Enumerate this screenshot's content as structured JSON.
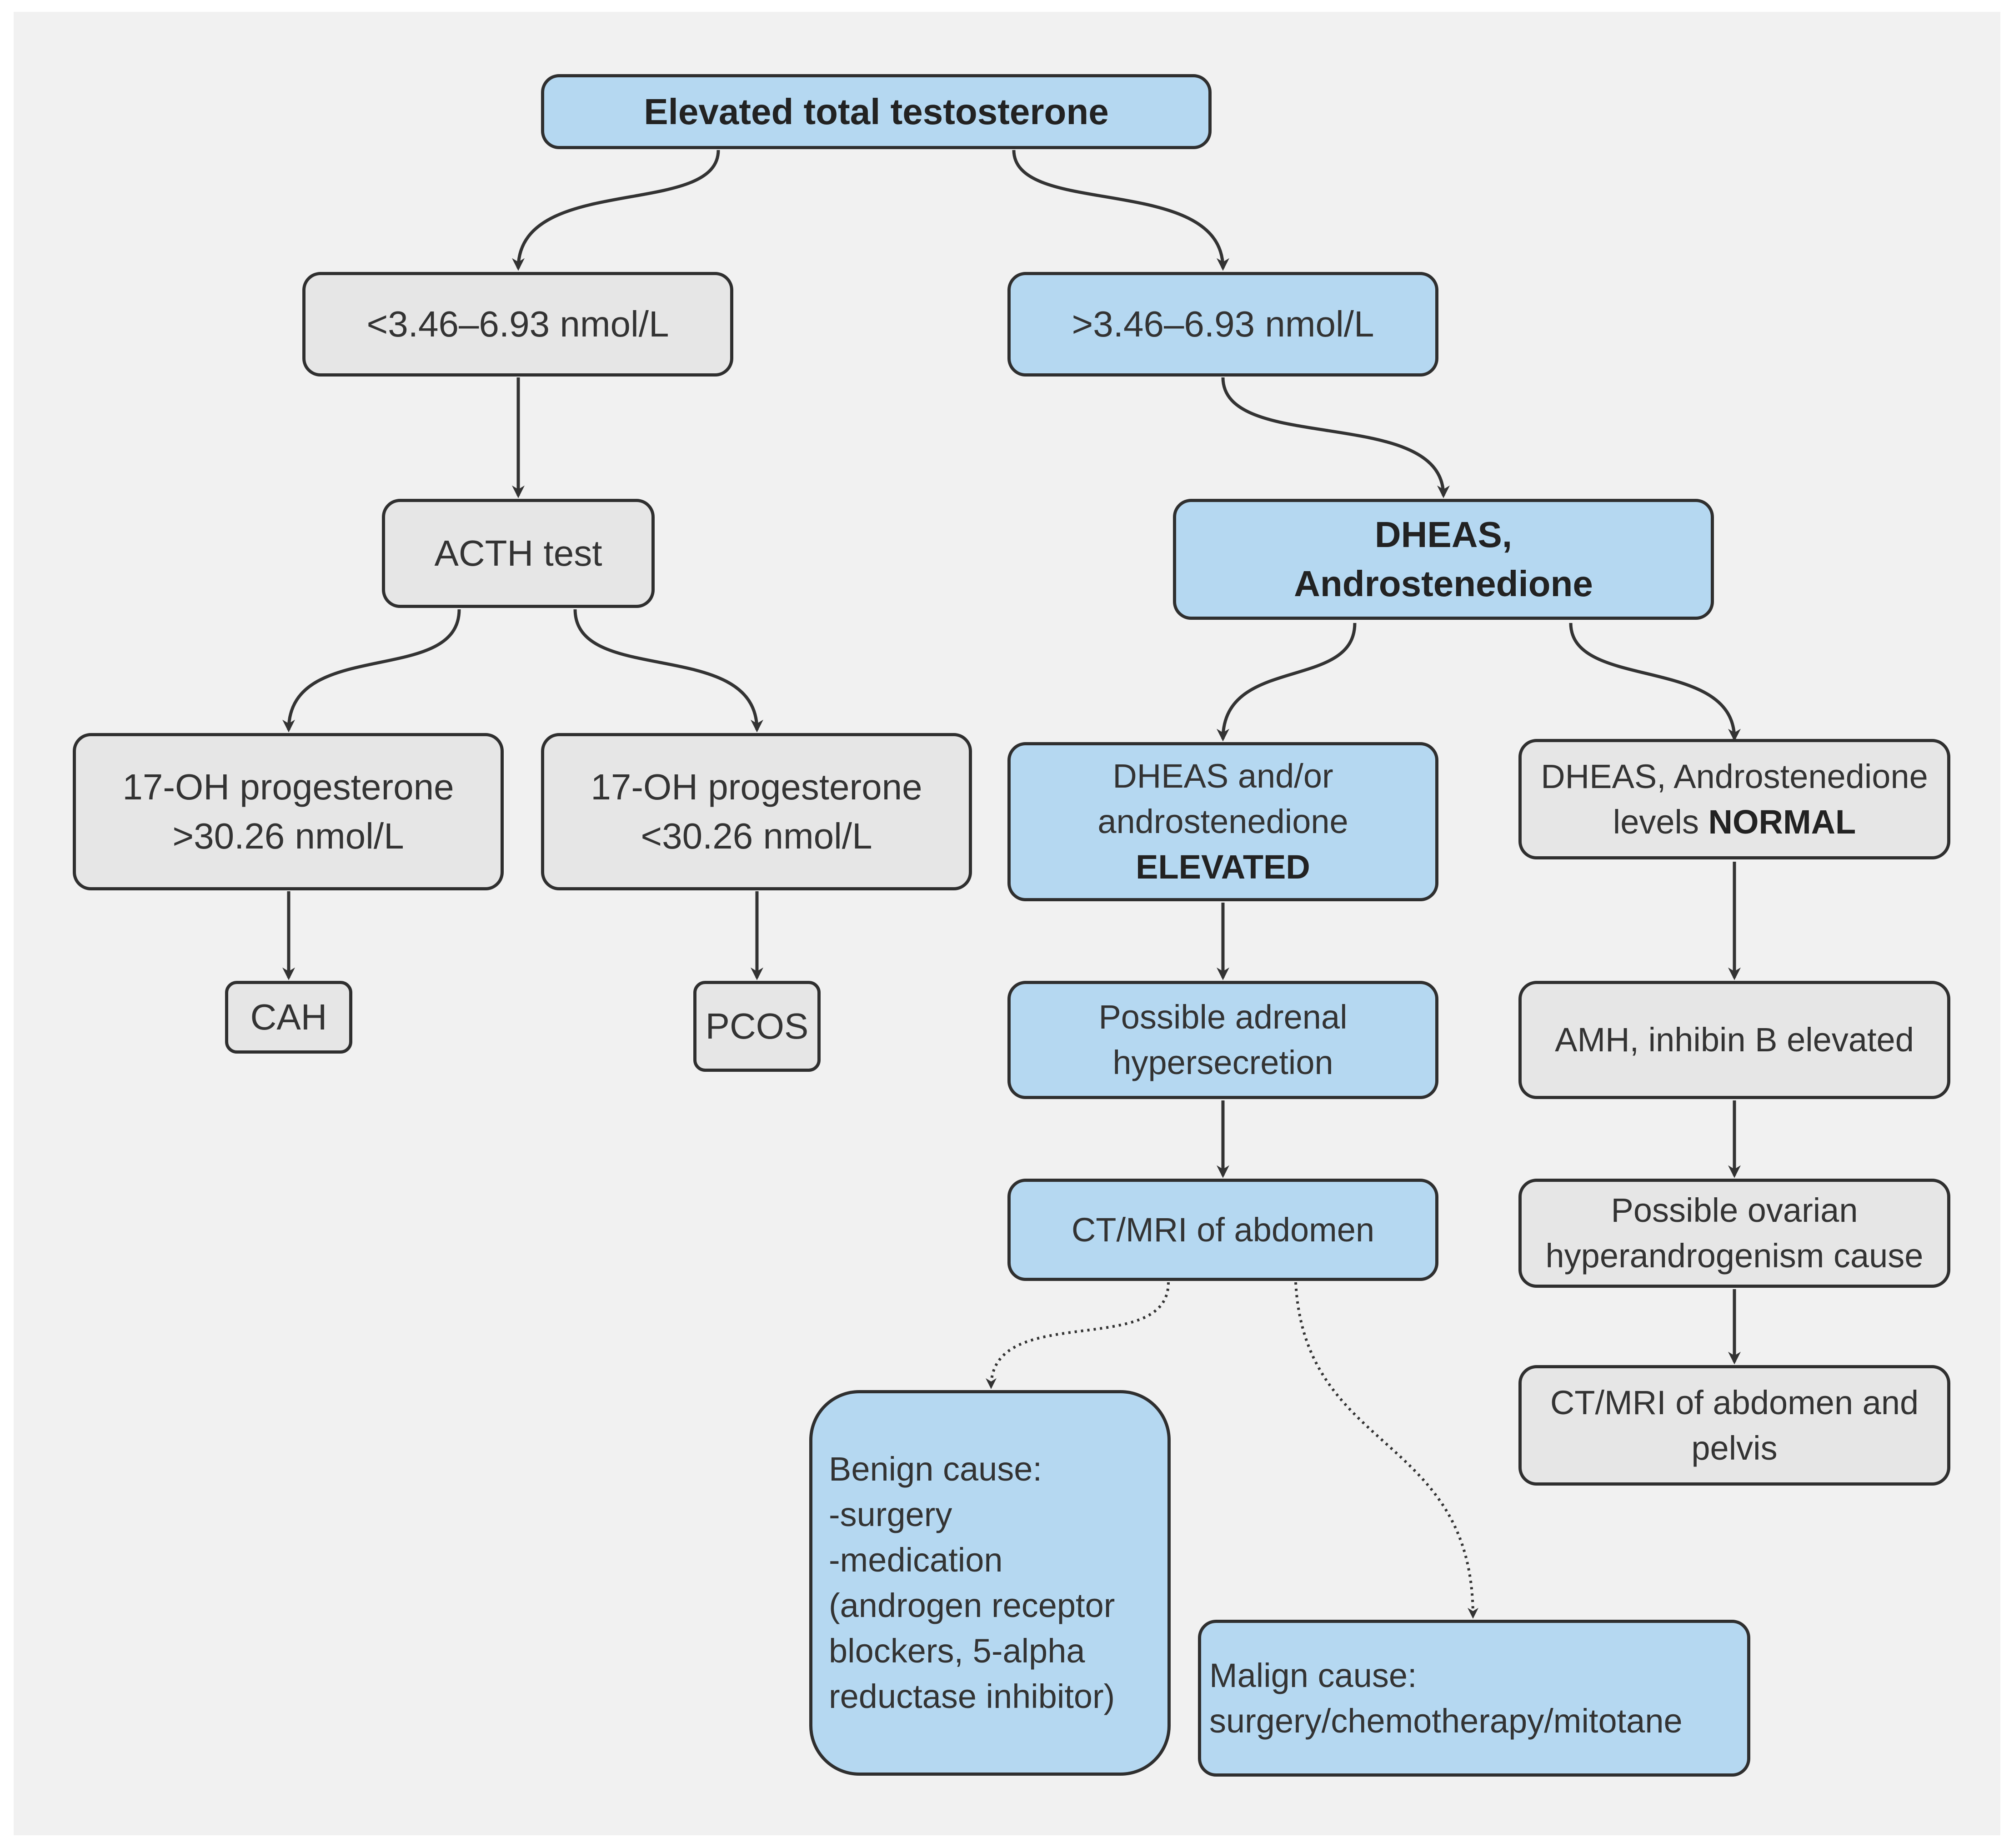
{
  "nodes": {
    "root": "Elevated total testosterone",
    "low_range": "<3.46–6.93 nmol/L",
    "high_range": ">3.46–6.93 nmol/L",
    "acth": "ACTH test",
    "dheas_line1": "DHEAS,",
    "dheas_line2": "Androstenedione",
    "ohp_high_line1": "17-OH progesterone",
    "ohp_high_line2": ">30.26 nmol/L",
    "ohp_low_line1": "17-OH progesterone",
    "ohp_low_line2": "<30.26 nmol/L",
    "cah": "CAH",
    "pcos": "PCOS",
    "elevated_line1": "DHEAS and/or",
    "elevated_line2": "androstenedione",
    "elevated_line3": "ELEVATED",
    "normal_line1": "DHEAS, Androstenedione",
    "normal_line2": "levels ",
    "normal_line2_bold": "NORMAL",
    "adrenal_line1": "Possible adrenal",
    "adrenal_line2": "hypersecretion",
    "amh": "AMH, inhibin B elevated",
    "ct_abdomen": "CT/MRI of abdomen",
    "ovarian_line1": "Possible ovarian",
    "ovarian_line2": "hyperandrogenism cause",
    "ct_pelvis_line1": "CT/MRI of abdomen and",
    "ct_pelvis_line2": "pelvis",
    "benign_lines": [
      "Benign cause:",
      "-surgery",
      "-medication",
      "(androgen receptor",
      "blockers, 5-alpha",
      "reductase inhibitor)"
    ],
    "malign_line1": "Malign cause:",
    "malign_line2": "surgery/chemotherapy/mitotane"
  },
  "colors": {
    "blue_fill": "#b5d8f1",
    "grey_fill": "#e6e6e6",
    "stroke": "#2f2f2f",
    "background": "#f1f1f1"
  }
}
